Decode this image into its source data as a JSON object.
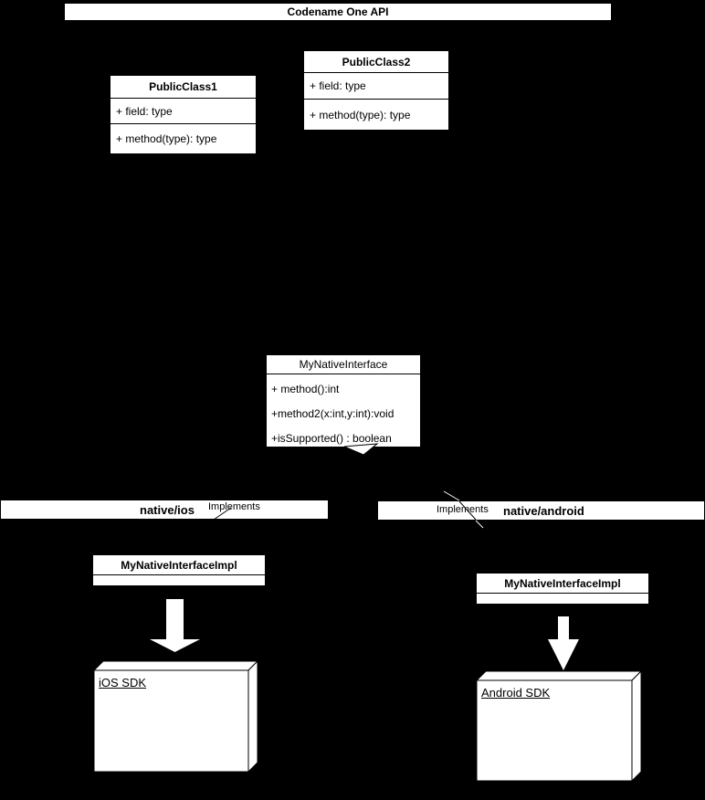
{
  "diagram": {
    "colors": {
      "background": "#000000",
      "box_fill": "#ffffff",
      "line": "#000000",
      "inverse_line": "#ffffff"
    },
    "header": {
      "title": "Codename One API"
    },
    "classes": {
      "public_class_1": {
        "title": "PublicClass1",
        "members": [
          "+ field: type",
          "+ method(type): type"
        ]
      },
      "public_class_2": {
        "title": "PublicClass2",
        "members": [
          "+ field: type",
          "+ method(type): type"
        ]
      },
      "native_interface": {
        "title": "MyNativeInterface",
        "members": [
          "+ method():int",
          "+method2(x:int,y:int):void",
          "+isSupported() : boolean"
        ]
      },
      "ios_impl": {
        "title": "MyNativeInterfaceImpl"
      },
      "android_impl": {
        "title": "MyNativeInterfaceImpl"
      }
    },
    "sections": {
      "ios": {
        "title": "native/ios",
        "relation_label": "Implements"
      },
      "android": {
        "title": "native/android",
        "relation_label": "Implements"
      }
    },
    "nodes": {
      "ios_sdk": {
        "label": "iOS SDK"
      },
      "android_sdk": {
        "label": "Android SDK"
      }
    }
  }
}
